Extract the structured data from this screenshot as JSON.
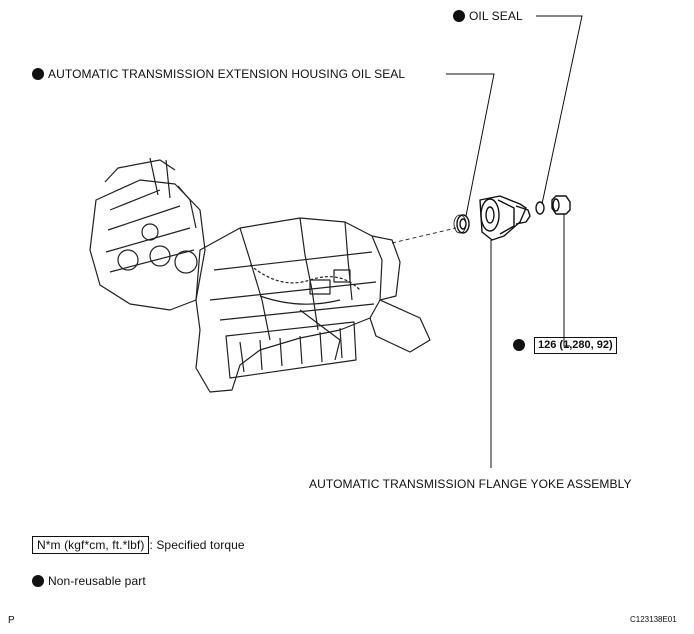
{
  "labels": {
    "oil_seal": "OIL SEAL",
    "extension_housing_oil_seal": "AUTOMATIC TRANSMISSION EXTENSION HOUSING OIL SEAL",
    "flange_yoke": "AUTOMATIC TRANSMISSION FLANGE YOKE ASSEMBLY",
    "torque_value": "126 (1,280, 92)"
  },
  "legend": {
    "torque_unit": "N*m (kgf*cm, ft.*lbf)",
    "torque_desc": ": Specified torque",
    "non_reusable": "Non-reusable part"
  },
  "footer": {
    "left_mark": "P",
    "figure_id": "C123138E01"
  },
  "colors": {
    "ink": "#111111"
  },
  "icons": {
    "non_reusable_marker": "filled-circle-icon"
  }
}
